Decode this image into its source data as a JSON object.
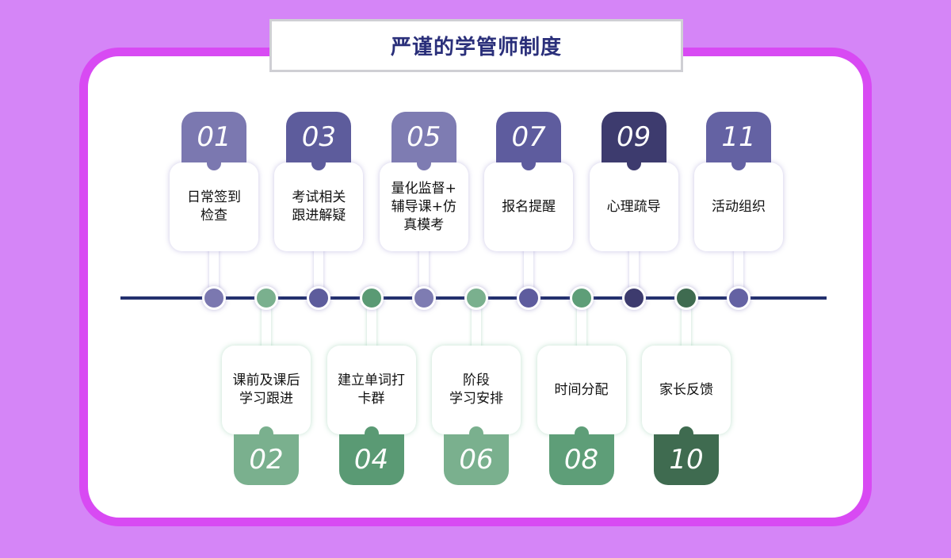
{
  "title": "严谨的学管师制度",
  "top_items": [
    {
      "num": "01",
      "label": "日常签到\n检查",
      "color": "#7b78b0"
    },
    {
      "num": "03",
      "label": "考试相关\n跟进解疑",
      "color": "#5d5c9c"
    },
    {
      "num": "05",
      "label": "量化监督+\n辅导课+仿\n真模考",
      "color": "#7e7cb2"
    },
    {
      "num": "07",
      "label": "报名提醒",
      "color": "#5e5c9e"
    },
    {
      "num": "09",
      "label": "心理疏导",
      "color": "#3d3b6e"
    },
    {
      "num": "11",
      "label": "活动组织",
      "color": "#6462a3"
    }
  ],
  "bottom_items": [
    {
      "num": "02",
      "label": "课前及课后\n学习跟进",
      "color": "#7ab08e"
    },
    {
      "num": "04",
      "label": "建立单词打\n卡群",
      "color": "#5a9a74"
    },
    {
      "num": "06",
      "label": "阶段\n学习安排",
      "color": "#7ab08e"
    },
    {
      "num": "08",
      "label": "时间分配",
      "color": "#5e9e78"
    },
    {
      "num": "10",
      "label": "家长反馈",
      "color": "#3f6b50"
    }
  ]
}
